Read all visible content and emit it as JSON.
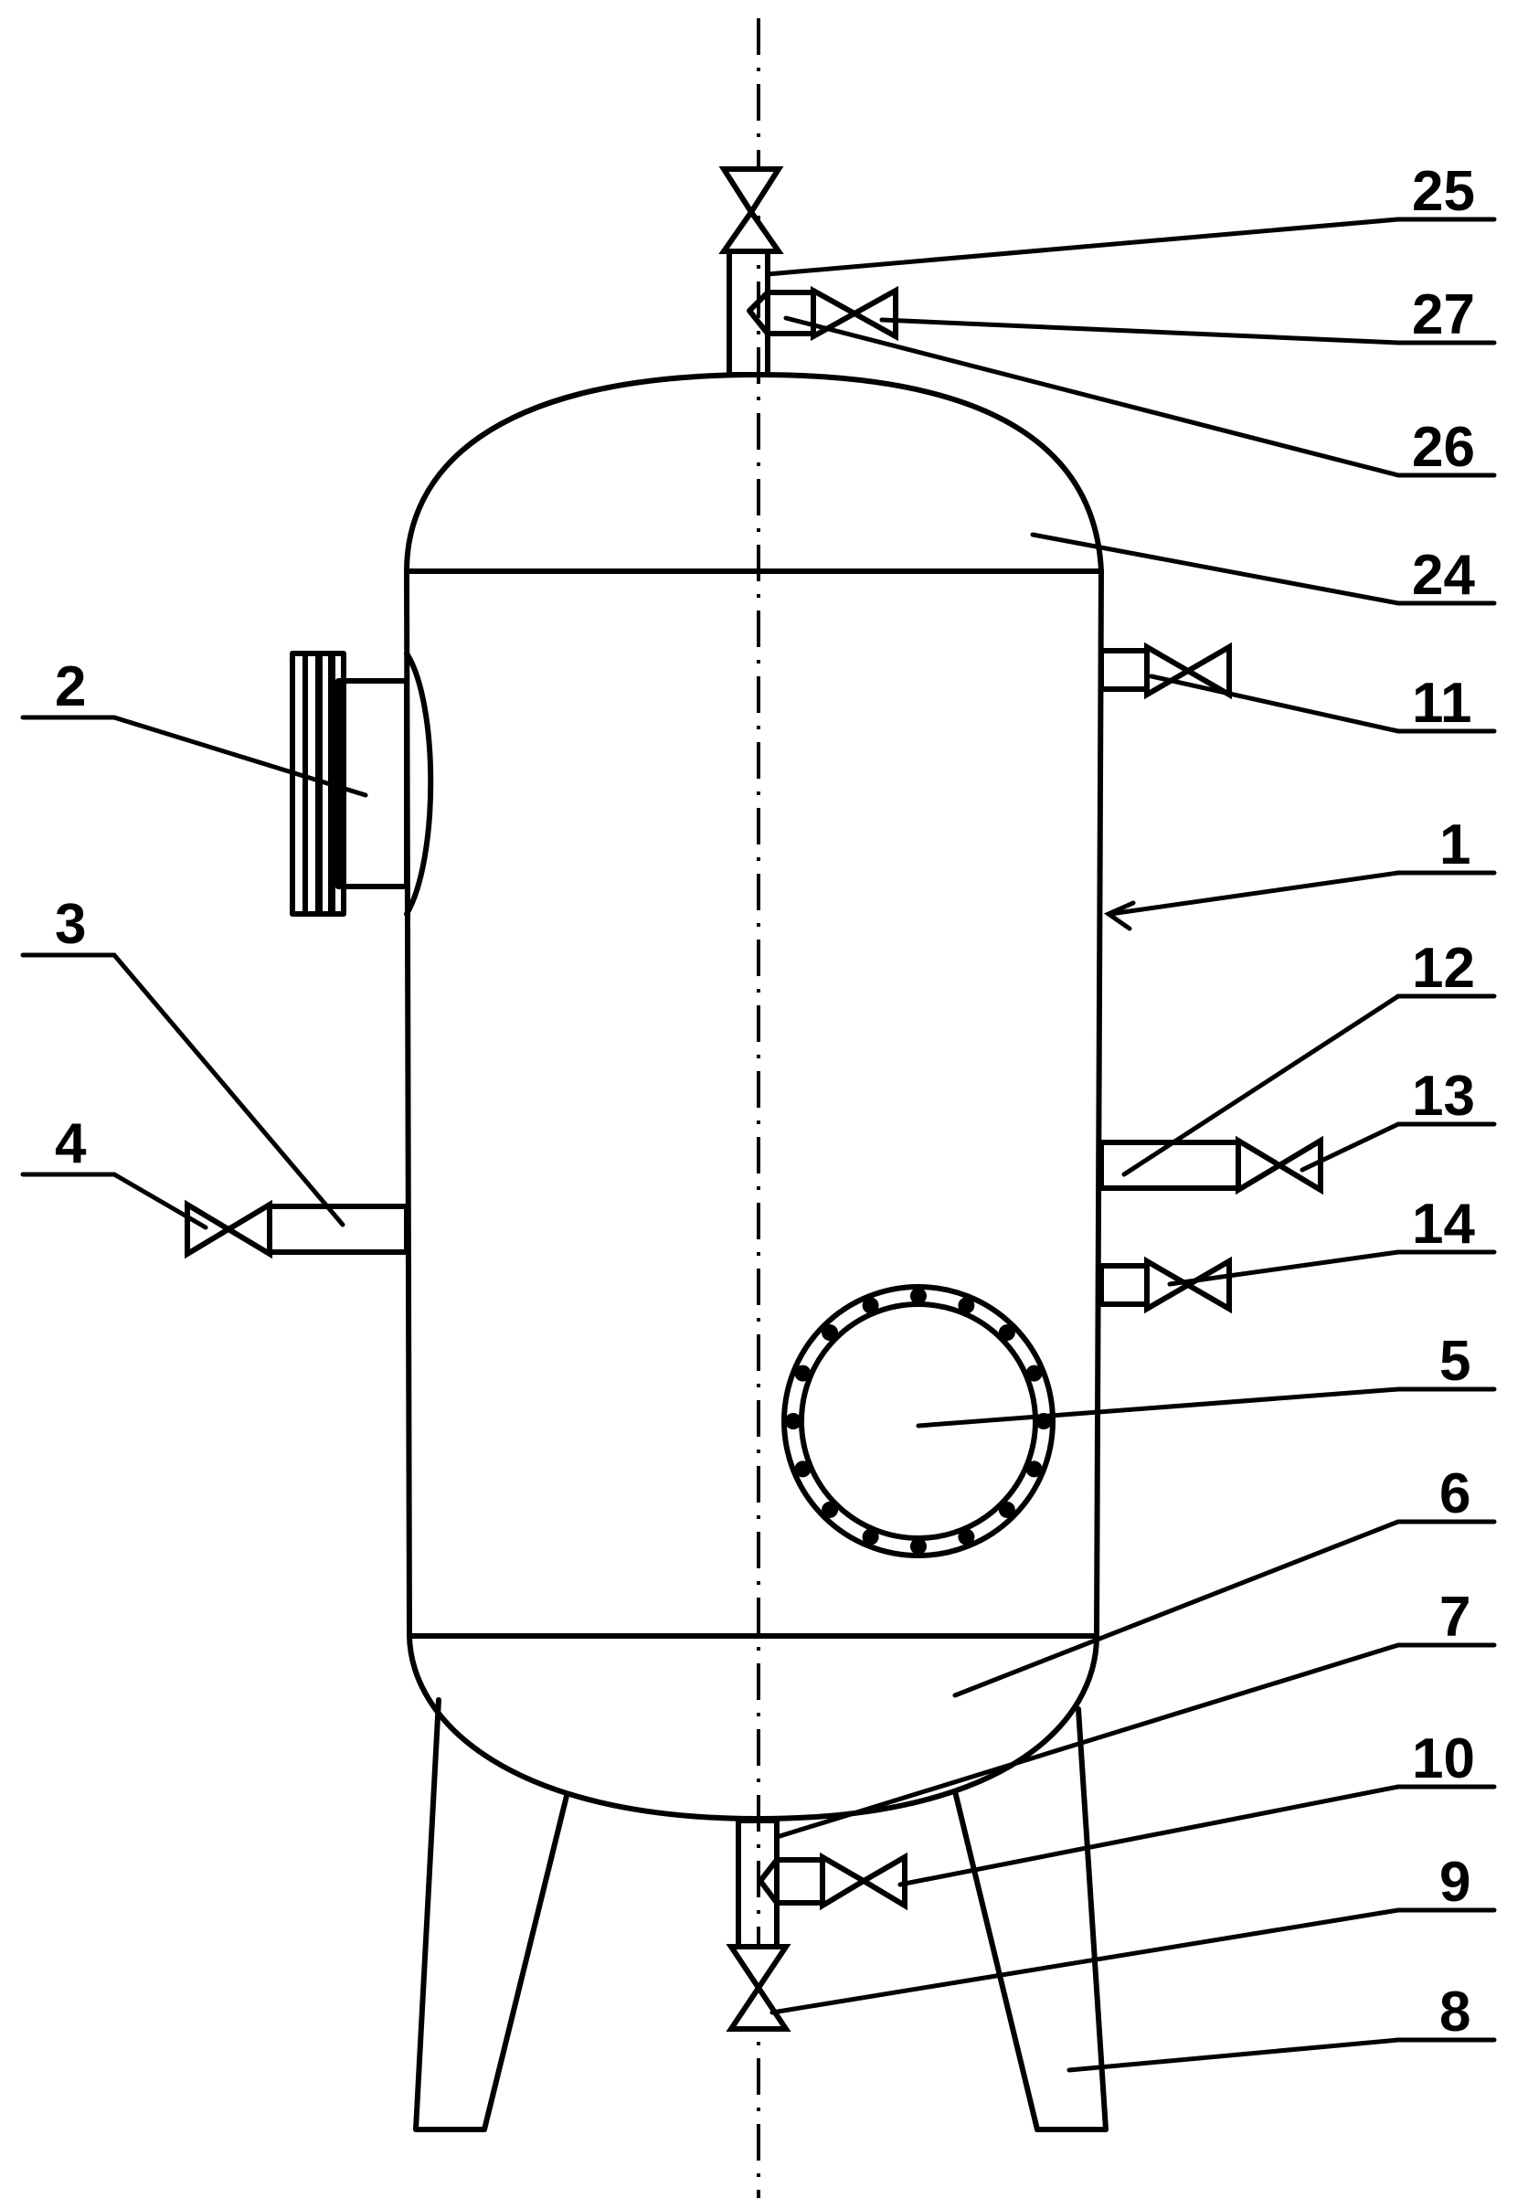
{
  "labels": {
    "l1": "1",
    "l2": "2",
    "l3": "3",
    "l4": "4",
    "l5": "5",
    "l6": "6",
    "l7": "7",
    "l8": "8",
    "l9": "9",
    "l10": "10",
    "l11": "11",
    "l12": "12",
    "l13": "13",
    "l14": "14",
    "l24": "24",
    "l25": "25",
    "l26": "26",
    "l27": "27"
  }
}
